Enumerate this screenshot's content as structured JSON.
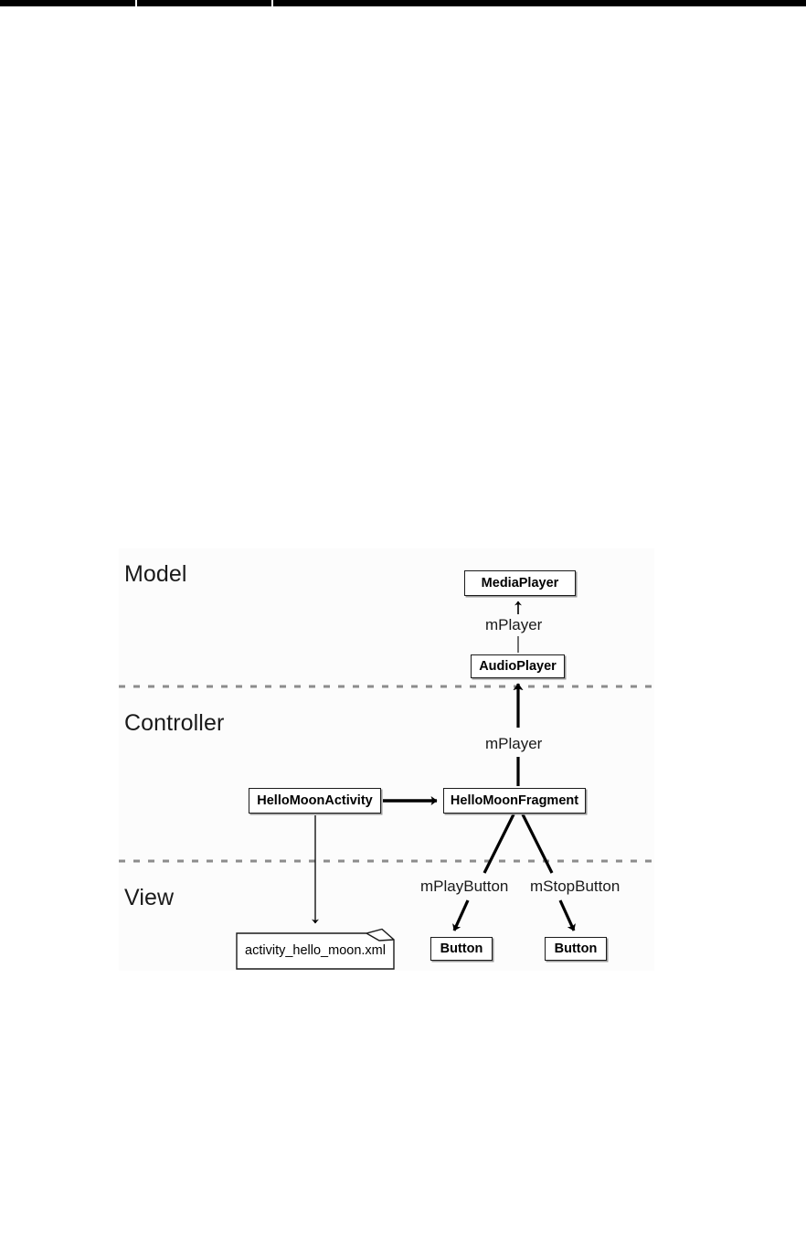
{
  "figure": {
    "type": "mvc-architecture-diagram",
    "layers": [
      {
        "id": "model",
        "label": "Model"
      },
      {
        "id": "controller",
        "label": "Controller"
      },
      {
        "id": "view",
        "label": "View"
      }
    ],
    "nodes": [
      {
        "id": "mediaplayer",
        "label": "MediaPlayer",
        "shape": "class-box",
        "layer": "model"
      },
      {
        "id": "audioplayer",
        "label": "AudioPlayer",
        "shape": "class-box",
        "layer": "model"
      },
      {
        "id": "hellomoonactivity",
        "label": "HelloMoonActivity",
        "shape": "class-box",
        "layer": "controller"
      },
      {
        "id": "hellomoonfragment",
        "label": "HelloMoonFragment",
        "shape": "class-box",
        "layer": "controller"
      },
      {
        "id": "layout_xml",
        "label": "activity_hello_moon.xml",
        "shape": "document",
        "layer": "view"
      },
      {
        "id": "play_button",
        "label": "Button",
        "shape": "class-box",
        "layer": "view"
      },
      {
        "id": "stop_button",
        "label": "Button",
        "shape": "class-box",
        "layer": "view"
      }
    ],
    "edges": [
      {
        "from": "audioplayer",
        "to": "mediaplayer",
        "label": "mPlayer",
        "arrow": "thin"
      },
      {
        "from": "hellomoonfragment",
        "to": "audioplayer",
        "label": "mPlayer",
        "arrow": "thick"
      },
      {
        "from": "hellomoonactivity",
        "to": "hellomoonfragment",
        "label": "",
        "arrow": "thick"
      },
      {
        "from": "hellomoonactivity",
        "to": "layout_xml",
        "label": "",
        "arrow": "thin"
      },
      {
        "from": "hellomoonfragment",
        "to": "play_button",
        "label": "mPlayButton",
        "arrow": "thick"
      },
      {
        "from": "hellomoonfragment",
        "to": "stop_button",
        "label": "mStopButton",
        "arrow": "thick"
      }
    ],
    "dividers": [
      {
        "id": "model-controller-divider",
        "style": "dashed",
        "color": "#8c8c8c"
      },
      {
        "id": "controller-view-divider",
        "style": "dashed",
        "color": "#8c8c8c"
      }
    ],
    "colors": {
      "page_background": "#ffffff",
      "panel_background": "#fcfcfc",
      "box_border": "#1b1b1b",
      "box_fill": "#ffffff",
      "box_shadow": "#9a9a9a",
      "stroke": "#000000",
      "divider": "#8c8c8c",
      "text": "#1a1a1a"
    }
  }
}
